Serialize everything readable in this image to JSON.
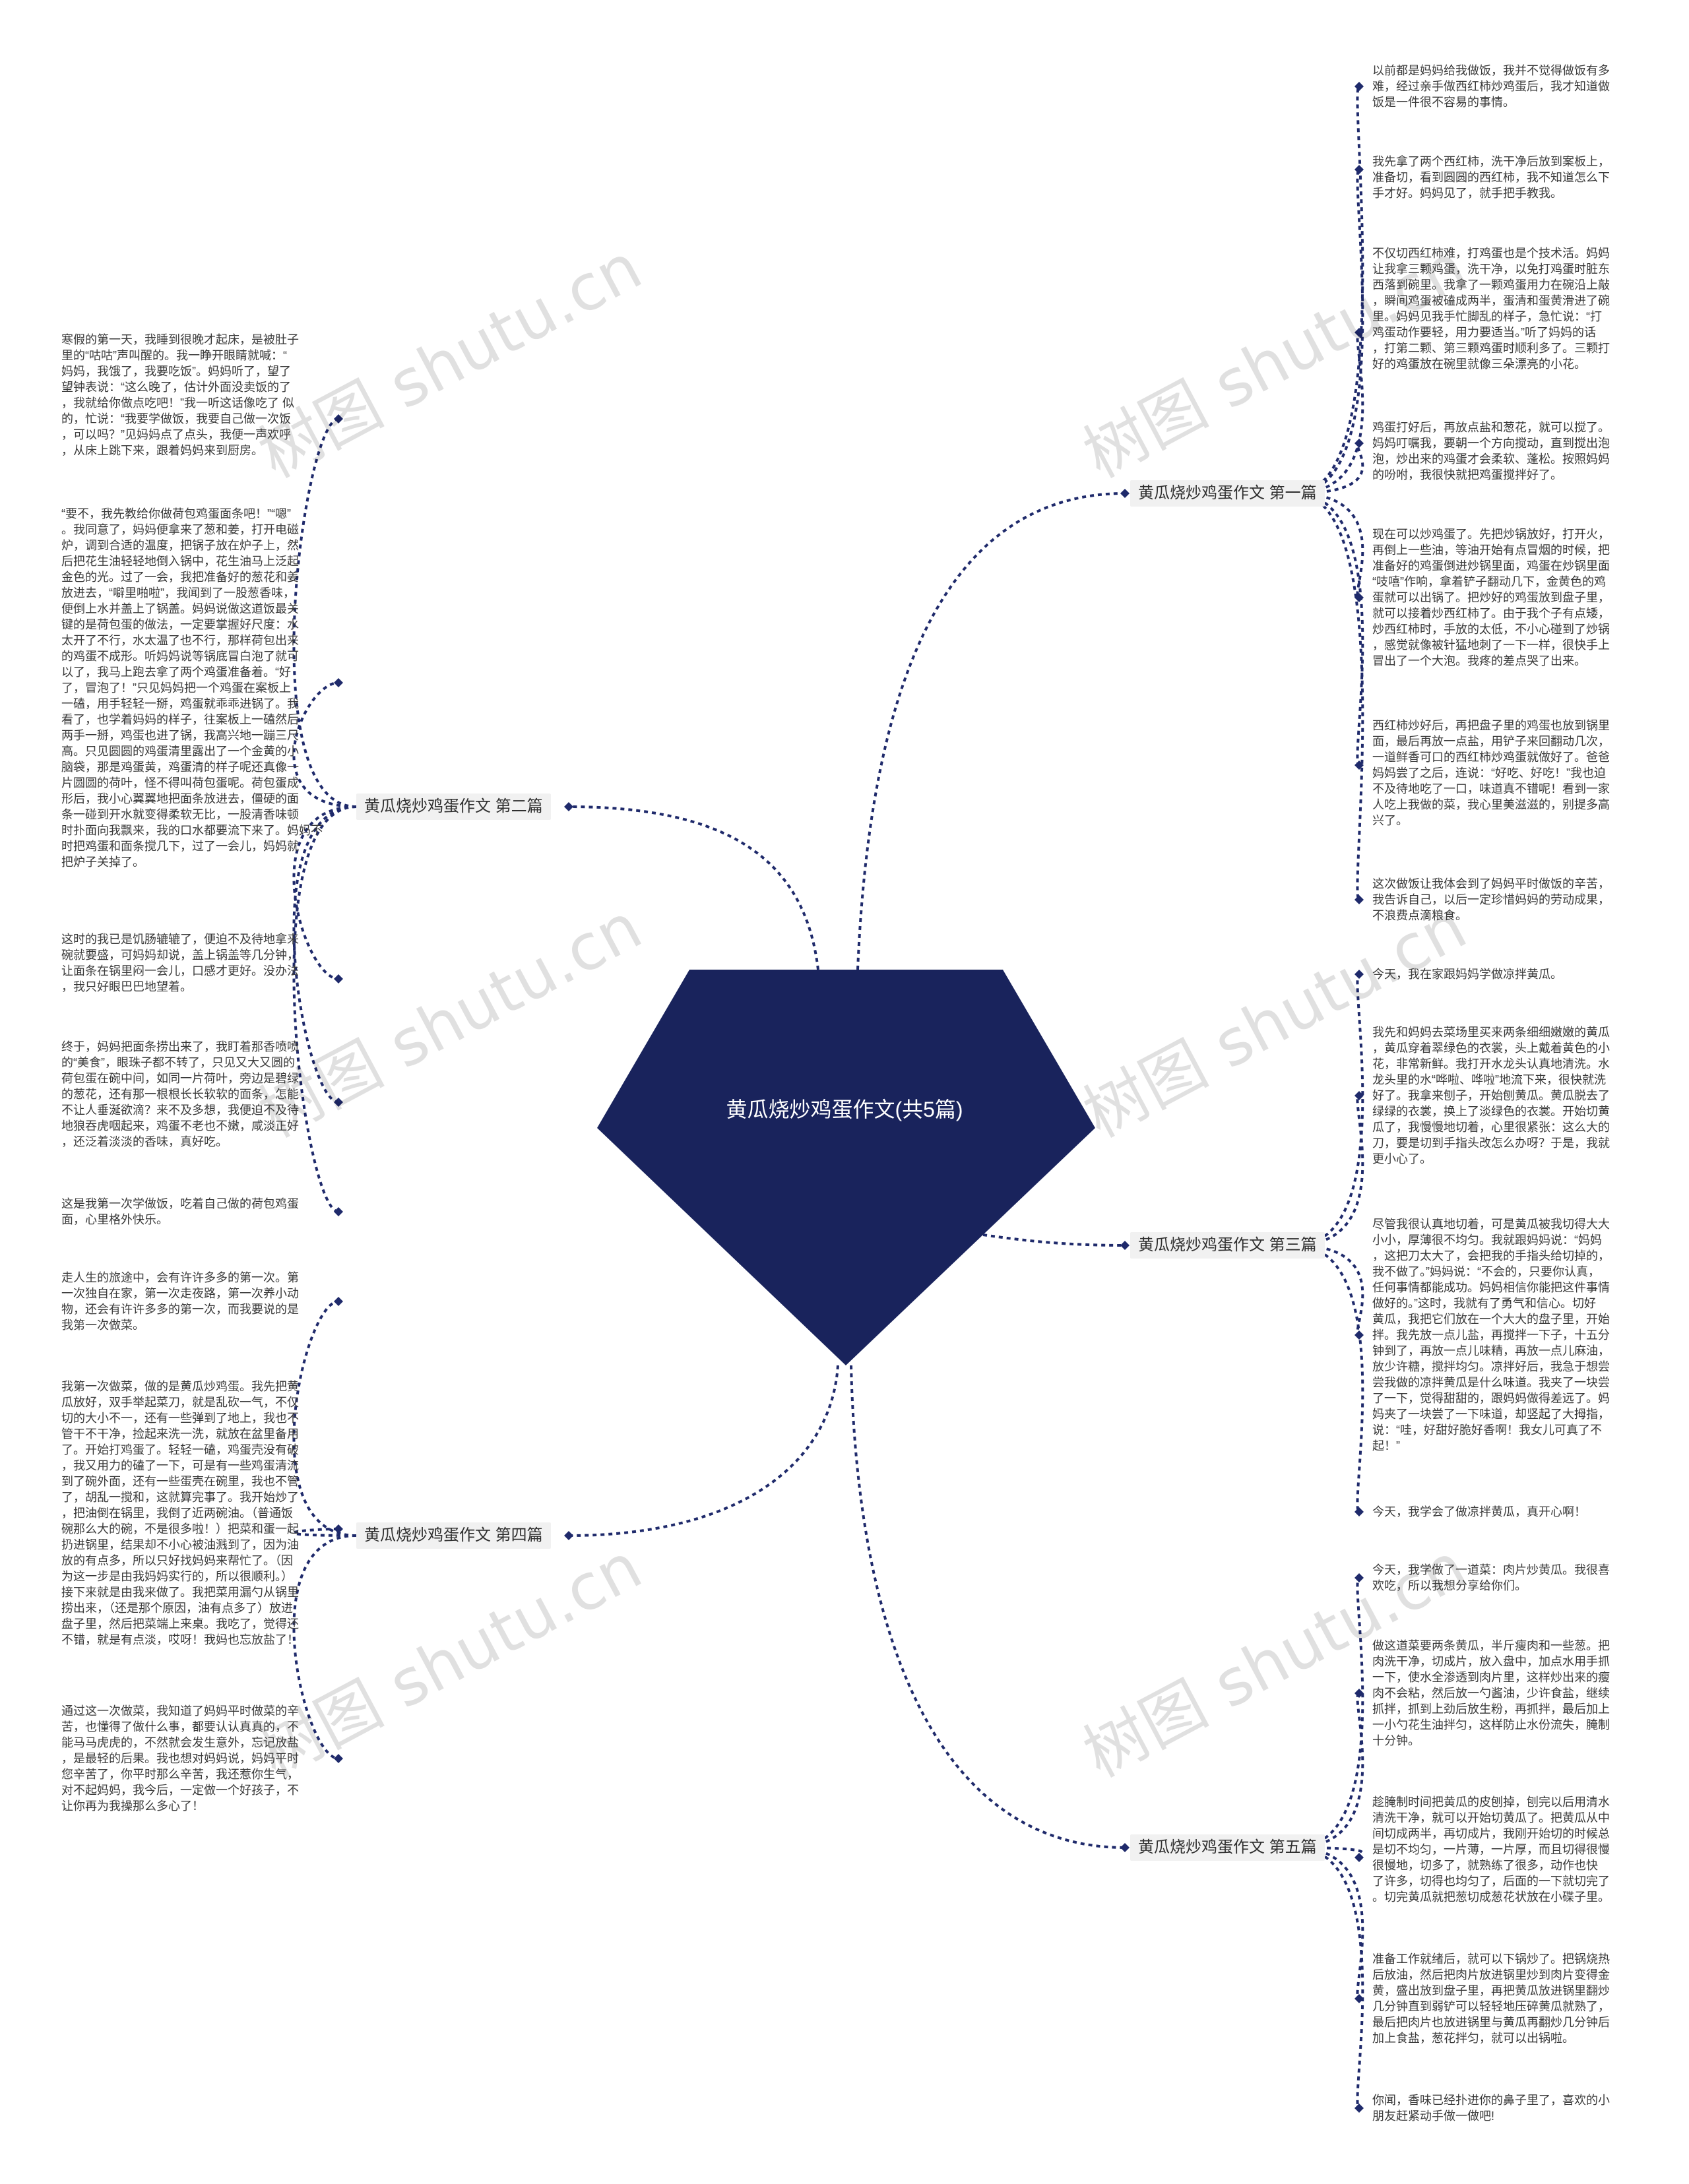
{
  "title": "黄瓜烧炒鸡蛋作文(共5篇)",
  "colors": {
    "center": "#19235c",
    "connector": "#1f2a6b",
    "branch_bg": "#f1f1f1"
  },
  "watermark": "树图 shutu.cn",
  "branches": [
    {
      "label": "黄瓜烧炒鸡蛋作文 第一篇",
      "side": "right",
      "leaves": [
        "以前都是妈妈给我做饭，我并不觉得做饭有多\n难，经过亲手做西红柿炒鸡蛋后，我才知道做\n饭是一件很不容易的事情。",
        "我先拿了两个西红柿，洗干净后放到案板上，\n准备切，看到圆圆的西红柿，我不知道怎么下\n手才好。妈妈见了，就手把手教我。",
        "不仅切西红柿难，打鸡蛋也是个技术活。妈妈\n让我拿三颗鸡蛋，洗干净，以免打鸡蛋时脏东\n西落到碗里。我拿了一颗鸡蛋用力在碗沿上敲\n，瞬间鸡蛋被磕成两半，蛋清和蛋黄滑进了碗\n里。妈妈见我手忙脚乱的样子，急忙说：“打\n鸡蛋动作要轻，用力要适当。”听了妈妈的话\n，打第二颗、第三颗鸡蛋时顺利多了。三颗打\n好的鸡蛋放在碗里就像三朵漂亮的小花。",
        "鸡蛋打好后，再放点盐和葱花，就可以搅了。\n妈妈叮嘱我，要朝一个方向搅动，直到搅出泡\n泡，炒出来的鸡蛋才会柔软、蓬松。按照妈妈\n的吩咐，我很快就把鸡蛋搅拌好了。",
        "现在可以炒鸡蛋了。先把炒锅放好，打开火，\n再倒上一些油，等油开始有点冒烟的时候，把\n准备好的鸡蛋倒进炒锅里面，鸡蛋在炒锅里面\n“吱嘻”作响，拿着铲子翻动几下，金黄色的鸡\n蛋就可以出锅了。把炒好的鸡蛋放到盘子里，\n就可以接着炒西红柿了。由于我个子有点矮，\n炒西红柿时，手放的太低，不小心碰到了炒锅\n，感觉就像被针猛地刺了一下一样，很快手上\n冒出了一个大泡。我疼的差点哭了出来。",
        "西红柿炒好后，再把盘子里的鸡蛋也放到锅里\n面，最后再放一点盐，用铲子来回翻动几次，\n一道鲜香可口的西红柿炒鸡蛋就做好了。爸爸\n妈妈尝了之后，连说：“好吃、好吃！”我也迫\n不及待地吃了一口，味道真不错呢！看到一家\n人吃上我做的菜，我心里美滋滋的，别提多高\n兴了。",
        "这次做饭让我体会到了妈妈平时做饭的辛苦，\n我告诉自己，以后一定珍惜妈妈的劳动成果，\n不浪费点滴粮食。"
      ]
    },
    {
      "label": "黄瓜烧炒鸡蛋作文 第三篇",
      "side": "right",
      "leaves": [
        "今天，我在家跟妈妈学做凉拌黄瓜。",
        "我先和妈妈去菜场里买来两条细细嫩嫩的黄瓜\n，黄瓜穿着翠绿色的衣裳，头上戴着黄色的小\n花，非常新鲜。我打开水龙头认真地清洗。水\n龙头里的水“哗啦、哗啦”地流下来，很快就洗\n好了。我拿来刨子，开始刨黄瓜。黄瓜脱去了\n绿绿的衣裳，换上了淡绿色的衣裳。开始切黄\n瓜了，我慢慢地切着，心里很紧张：这么大的\n刀，要是切到手指头改怎么办呀？于是，我就\n更小心了。",
        "尽管我很认真地切着，可是黄瓜被我切得大大\n小小，厚薄很不均匀。我就跟妈妈说：“妈妈\n，这把刀太大了，会把我的手指头给切掉的，\n我不做了。”妈妈说：“不会的，只要你认真，\n任何事情都能成功。妈妈相信你能把这件事情\n做好的。”这时，我就有了勇气和信心。切好\n黄瓜，我把它们放在一个大大的盘子里，开始\n拌。我先放一点儿盐，再搅拌一下子，十五分\n钟到了，再放一点儿味精，再放一点儿麻油，\n放少许糖，搅拌均匀。凉拌好后，我急于想尝\n尝我做的凉拌黄瓜是什么味道。我夹了一块尝\n了一下，觉得甜甜的，跟妈妈做得差远了。妈\n妈夹了一块尝了一下味道，却竖起了大拇指，\n说：“哇，好甜好脆好香啊！我女儿可真了不\n起！”",
        "今天，我学会了做凉拌黄瓜，真开心啊！"
      ]
    },
    {
      "label": "黄瓜烧炒鸡蛋作文 第五篇",
      "side": "right",
      "leaves": [
        "今天，我学做了一道菜：肉片炒黄瓜。我很喜\n欢吃，所以我想分享给你们。",
        "做这道菜要两条黄瓜，半斤瘦肉和一些葱。把\n肉洗干净，切成片，放入盘中，加点水用手抓\n一下，使水全渗透到肉片里，这样炒出来的瘦\n肉不会粘，然后放一勺酱油，少许食盐，继续\n抓拌，抓到上劲后放生粉，再抓拌，最后加上\n一小勺花生油拌匀，这样防止水份流失，腌制\n十分钟。",
        "趁腌制时间把黄瓜的皮刨掉，刨完以后用清水\n清洗干净，就可以开始切黄瓜了。把黄瓜从中\n间切成两半，再切成片，我刚开始切的时候总\n是切不均匀，一片薄，一片厚，而且切得很慢\n很慢地，切多了，就熟练了很多，动作也快\n了许多，切得也均匀了，后面的一下就切完了\n。切完黄瓜就把葱切成葱花状放在小碟子里。",
        "准备工作就绪后，就可以下锅炒了。把锅烧热\n后放油，然后把肉片放进锅里炒到肉片变得金\n黄，盛出放到盘子里，再把黄瓜放进锅里翻炒\n几分钟直到弱铲可以轻轻地压碎黄瓜就熟了，\n最后把肉片也放进锅里与黄瓜再翻炒几分钟后\n加上食盐，葱花拌匀，就可以出锅啦。",
        "你闻，香味已经扑进你的鼻子里了，喜欢的小\n朋友赶紧动手做一做吧!"
      ]
    },
    {
      "label": "黄瓜烧炒鸡蛋作文 第二篇",
      "side": "left",
      "leaves": [
        "寒假的第一天，我睡到很晚才起床，是被肚子\n里的“咕咕”声叫醒的。我一睁开眼睛就喊：“\n妈妈，我饿了，我要吃饭”。妈妈听了，望了\n望钟表说：“这么晚了，估计外面没卖饭的了\n，我就给你做点吃吧！”我一听这话像吃了  似\n的，忙说：“我要学做饭，我要自己做一次饭\n，可以吗？”见妈妈点了点头，我便一声欢呼\n，从床上跳下来，跟着妈妈来到厨房。",
        "“要不，我先教给你做荷包鸡蛋面条吧！”“嗯”\n。我同意了，妈妈便拿来了葱和姜，打开电磁\n炉，调到合适的温度，把锅子放在炉子上，然\n后把花生油轻轻地倒入锅中，花生油马上泛起\n金色的光。过了一会，我把准备好的葱花和姜\n放进去，“噼里啪啦”，我闻到了一股葱香味，\n便倒上水并盖上了锅盖。妈妈说做这道饭最关\n键的是荷包蛋的做法，一定要掌握好尺度：水\n太开了不行，水太温了也不行，那样荷包出来\n的鸡蛋不成形。听妈妈说等锅底冒白泡了就可\n以了，我马上跑去拿了两个鸡蛋准备着。“好\n了，冒泡了！”只见妈妈把一个鸡蛋在案板上\n一磕，用手轻轻一掰，鸡蛋就乖乖进锅了。我\n看了，也学着妈妈的样子，往案板上一磕然后\n两手一掰，鸡蛋也进了锅，我高兴地一蹦三尺\n高。只见圆圆的鸡蛋清里露出了一个金黄的小\n脑袋，那是鸡蛋黄，鸡蛋清的样子呢还真像一\n片圆圆的荷叶，怪不得叫荷包蛋呢。荷包蛋成\n形后，我小心翼翼地把面条放进去，僵硬的面\n条一碰到开水就变得柔软无比，一股清香味顿\n时扑面向我飘来，我的口水都要流下来了。妈妈不\n时把鸡蛋和面条搅几下，过了一会儿，妈妈就\n把炉子关掉了。",
        "这时的我已是饥肠辘辘了，便迫不及待地拿来\n碗就要盛，可妈妈却说，盖上锅盖等几分钟，\n让面条在锅里闷一会儿，口感才更好。没办法\n，我只好眼巴巴地望着。",
        "终于，妈妈把面条捞出来了，我盯着那香喷喷\n的“美食”，眼珠子都不转了，只见又大又圆的\n荷包蛋在碗中间，如同一片荷叶，旁边是碧绿\n的葱花，还有那一根根长长软软的面条，怎能\n不让人垂涎欲滴？来不及多想，我便迫不及待\n地狼吞虎咽起来，鸡蛋不老也不嫩，咸淡正好\n，还泛着淡淡的香味，真好吃。",
        "这是我第一次学做饭，吃着自己做的荷包鸡蛋\n面，心里格外快乐。"
      ]
    },
    {
      "label": "黄瓜烧炒鸡蛋作文 第四篇",
      "side": "left",
      "leaves": [
        "走人生的旅途中，会有许许多多的第一次。第\n一次独自在家，第一次走夜路，第一次养小动\n物，还会有许许多多的第一次，而我要说的是\n我第一次做菜。",
        "我第一次做菜，做的是黄瓜炒鸡蛋。我先把黄\n瓜放好，双手举起菜刀，就是乱砍一气，不仅\n切的大小不一，还有一些弹到了地上，我也不\n管干不干净，捡起来洗一洗，就放在盆里备用\n了。开始打鸡蛋了。轻轻一磕，鸡蛋壳没有破\n，我又用力的磕了一下，可是有一些鸡蛋清流\n到了碗外面，还有一些蛋壳在碗里，我也不管\n了，胡乱一搅和，这就算完事了。我开始炒了\n，把油倒在锅里，我倒了近两碗油。（普通饭\n碗那么大的碗，不是很多啦！）把菜和蛋一起\n扔进锅里，结果却不小心被油溅到了，因为油\n放的有点多，所以只好找妈妈来帮忙了。（因\n为这一步是由我妈妈实行的，所以很顺利。）\n接下来就是由我来做了。我把菜用漏勺从锅里\n捞出来，（还是那个原因，油有点多了）放进\n盘子里，然后把菜端上来桌。我吃了，觉得还\n不错，就是有点淡，哎呀！我妈也忘放盐了！",
        "通过这一次做菜，我知道了妈妈平时做菜的辛\n苦，也懂得了做什么事，都要认认真真的，不\n能马马虎虎的，不然就会发生意外，忘记放盐\n，是最轻的后果。我也想对妈妈说，妈妈平时\n您辛苦了，你平时那么辛苦，我还惹你生气，\n对不起妈妈，我今后，一定做一个好孩子，不\n让你再为我操那么多心了！"
      ]
    }
  ]
}
